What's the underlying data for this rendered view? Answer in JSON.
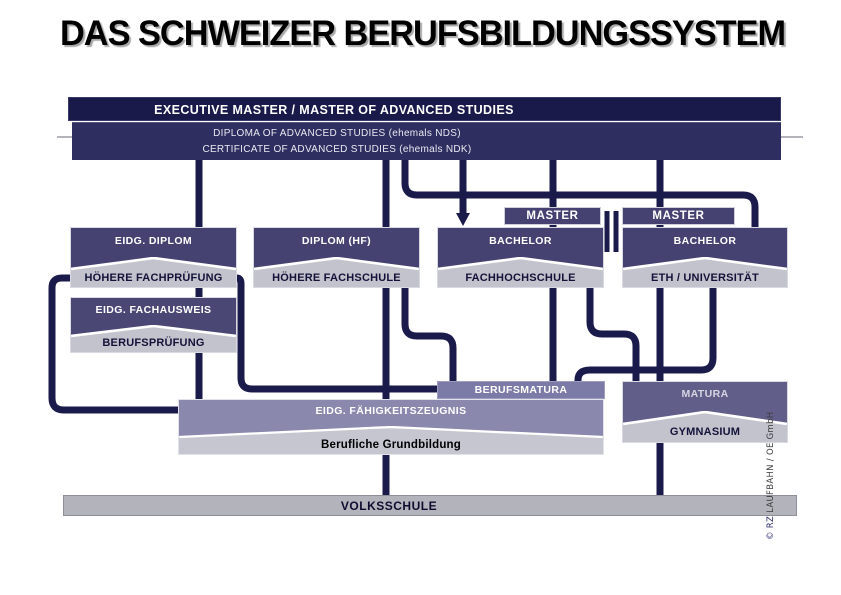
{
  "title": "DAS SCHWEIZER BERUFSBILDUNGSSYSTEM",
  "top_bar": {
    "label": "EXECUTIVE MASTER   /   MASTER OF ADVANCED STUDIES"
  },
  "advanced_bar": {
    "line1": "DIPLOMA OF ADVANCED STUDIES (ehemals NDS)",
    "line2": "CERTIFICATE OF ADVANCED STUDIES (ehemals NDK)"
  },
  "master_boxes": {
    "left": "MASTER",
    "right": "MASTER"
  },
  "boxes": [
    {
      "top": "EIDG. DIPLOM",
      "bottom": "HÖHERE FACHPRÜFUNG"
    },
    {
      "top": "DIPLOM (HF)",
      "bottom": "HÖHERE FACHSCHULE"
    },
    {
      "top": "BACHELOR",
      "bottom": "FACHHOCHSCHULE"
    },
    {
      "top": "BACHELOR",
      "bottom": "ETH / UNIVERSITÄT"
    },
    {
      "top": "EIDG. FACHAUSWEIS",
      "bottom": "BERUFSPRÜFUNG"
    },
    {
      "top": "MATURA",
      "bottom": "GYMNASIUM"
    },
    {
      "top": "EIDG. FÄHIGKEITSZEUGNIS",
      "bottom": "Berufliche Grundbildung"
    }
  ],
  "berufsmatura_label": "BERUFSMATURA",
  "volksschule_label": "VOLKSSCHULE",
  "copyright": {
    "prefix": "© RZ",
    "rest": " LAUFBAHN / OE GmbH"
  },
  "colors": {
    "line_navy": "#1b1b4b",
    "bar_dark_navy": "#1a1a4a",
    "bar_navy": "#2e2e60",
    "box_purple": "#454271",
    "box_lavender": "#8a88ad",
    "matura_purple": "#615e8a",
    "berufsmatura_purple": "#7c7aa6",
    "band_gray": "#c3c3cd",
    "volksschule_gray": "#b3b3bc"
  }
}
